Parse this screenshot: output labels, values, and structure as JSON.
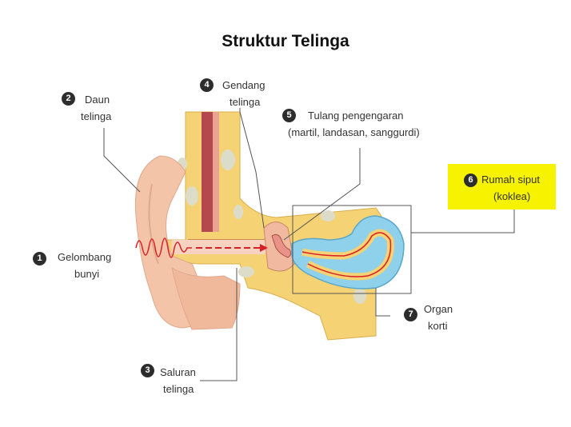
{
  "title": "Struktur Telinga",
  "labels": [
    {
      "num": "1",
      "lines": [
        "Gelombang",
        "bunyi"
      ]
    },
    {
      "num": "2",
      "lines": [
        "Daun",
        "telinga"
      ]
    },
    {
      "num": "3",
      "lines": [
        "Saluran",
        "telinga"
      ]
    },
    {
      "num": "4",
      "lines": [
        "Gendang",
        "telinga"
      ]
    },
    {
      "num": "5",
      "lines": [
        "Tulang pengengaran",
        "(martil, landasan, sanggurdi)"
      ]
    },
    {
      "num": "6",
      "lines": [
        "Rumah siput",
        "(koklea)"
      ]
    },
    {
      "num": "7",
      "lines": [
        "Organ",
        "korti"
      ]
    }
  ],
  "colors": {
    "highlight": "#f7f200",
    "skin": "#f3c4a8",
    "bone": "#f5d273",
    "cochlea": "#8fd0ea",
    "wave": "#d81f26"
  }
}
